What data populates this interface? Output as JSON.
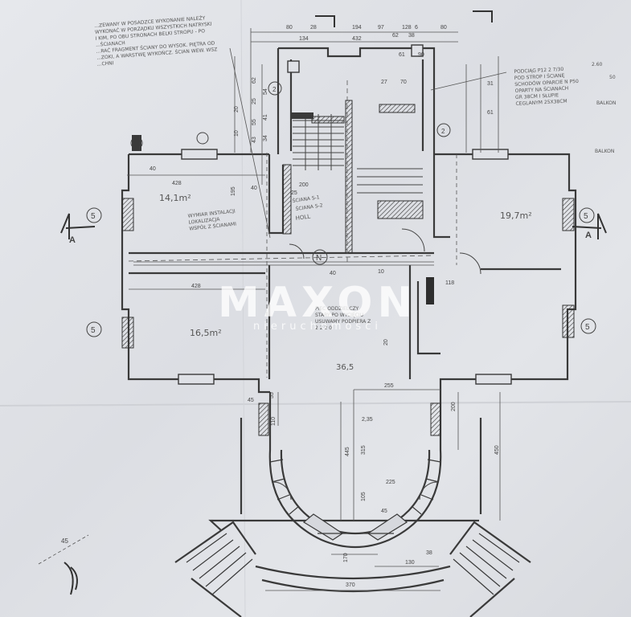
{
  "watermark": {
    "brand": "MAXON",
    "tagline": "nieruchomości"
  },
  "notes": {
    "top_left": [
      "...ZEWANY W POSADZCE WYKONANIE NALEŻY",
      "WYKONAĆ W PORZĄDKU WSZYSTKICH NATRYSKI",
      "I KIM, PO OBU STRONACH BELKI STROPU - PO",
      "...ŚCIANACH",
      "...RAĆ FRAGMENT ŚCIANY DO WYSOK. PIĘTRA OD",
      "...ZOKI, A WARSTWĘ WYKOŃCZ. ŚCIAN WEW. WSZ",
      "...CHNI"
    ],
    "top_right": [
      "PODCIĄG P12 2 7/30",
      "POD STROP I ŚCIANĘ",
      "SCHODÓW OPARCIE N P50",
      "OPARTY NA ŚCIANACH",
      "GR 38CM I SŁUPIE",
      "CEGLANYM 25X38CM"
    ],
    "center": [
      "PIEC ODDZIELCZY",
      "STARY PO WYCIĘCIU",
      "USUWAMY PODPIERA Z",
      "2 2 2 0"
    ],
    "left_mid": [
      "WYMIAR INSTALACJI",
      "LOKALIZACJA",
      "WSPÓŁ Z ŚCIANAMI"
    ],
    "stair": [
      "ŚCIANA S-1",
      "ŚCIANA S-2",
      "HOLL"
    ],
    "margin_right": [
      "2.60",
      "50",
      "BALKON",
      "BALKON"
    ]
  },
  "room_areas": [
    "14,1m²",
    "19,7m²",
    "16,5m²",
    "36,5"
  ],
  "dimensions": {
    "top": [
      "80",
      "28",
      "194",
      "97",
      "128",
      "6",
      "80",
      "134",
      "432",
      "62",
      "38",
      "90",
      "61",
      "27",
      "70",
      "31",
      "61"
    ],
    "left_vert": [
      "62",
      "25",
      "55",
      "43",
      "54",
      "41",
      "34",
      "20",
      "10"
    ],
    "plan": [
      "428",
      "428",
      "200",
      "25",
      "40",
      "40",
      "118",
      "255",
      "55",
      "110",
      "445",
      "315",
      "105",
      "225",
      "45",
      "200",
      "450",
      "170",
      "370",
      "130",
      "38",
      "10",
      "20",
      "195",
      "40",
      "2,35",
      "45"
    ]
  },
  "section_marks": [
    "A",
    "A",
    "5",
    "5",
    "5",
    "5",
    "2",
    "2"
  ],
  "north_label": "N",
  "bottom_left_label": "45"
}
